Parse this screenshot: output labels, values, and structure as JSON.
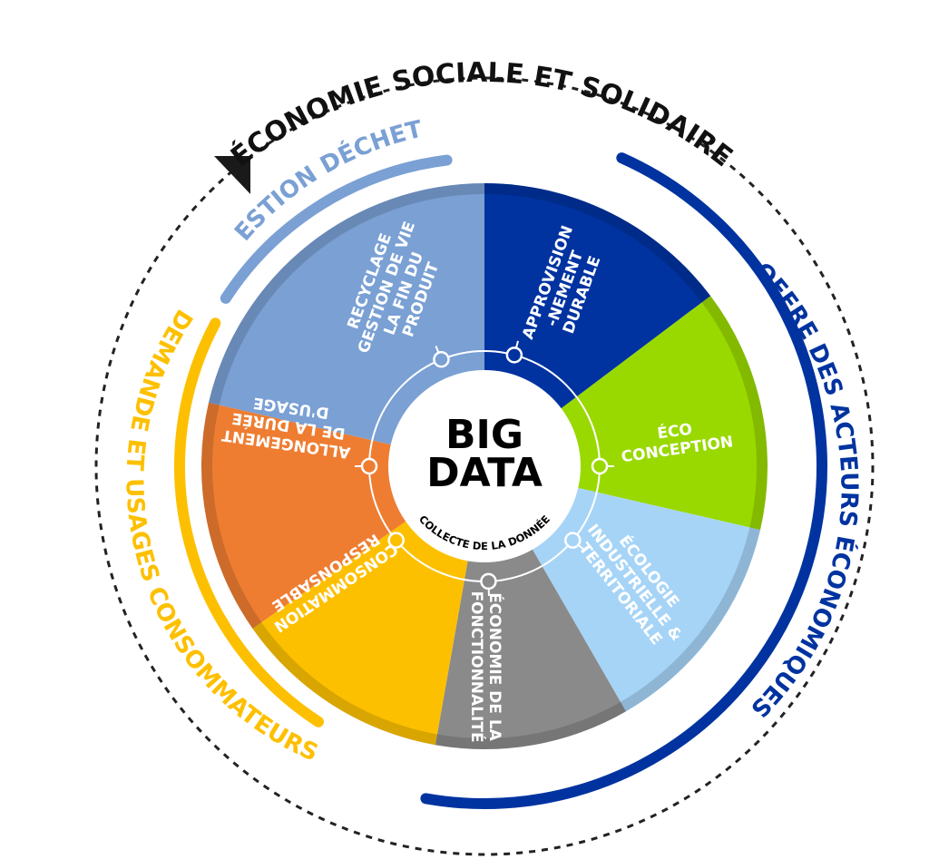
{
  "center": {
    "line1": "BIG",
    "line2": "DATA",
    "subtitle": "COLLECTE DE LA DONNÉE"
  },
  "outer_title": "ÉCONOMIE SOCIALE ET SOLIDAIRE",
  "groups": {
    "gestion": "GESTION DÉCHETS",
    "offre": "OFFRE DES ACTEURS ÉCONOMIQUES",
    "demande": "DEMANDE ET USAGES CONSOMMATEURS"
  },
  "segments": [
    {
      "id": "approvisionnement",
      "lines": [
        "APPROVISION",
        "-NEMENT",
        "DURABLE"
      ],
      "color": "#0033a0"
    },
    {
      "id": "eco-conception",
      "lines": [
        "ÉCO",
        "CONCEPTION"
      ],
      "color": "#99d900"
    },
    {
      "id": "ecologie-industrielle",
      "lines": [
        "ÉCOLOGIE",
        "INDUSTRIELLE &",
        "TERRITORIALE"
      ],
      "color": "#a6d4f7"
    },
    {
      "id": "economie-fonctionnalite",
      "lines": [
        "ÉCONOMIE DE LA",
        "FONCTIONNALITÉ"
      ],
      "color": "#8a8a8a"
    },
    {
      "id": "consommation-responsable",
      "lines": [
        "CONSOMMATION",
        "RESPONSABLE"
      ],
      "color": "#fdc000"
    },
    {
      "id": "allongement",
      "lines": [
        "ALLONGEMENT",
        "DE LA DURÉE",
        "D'USAGE"
      ],
      "color": "#ee7d31"
    },
    {
      "id": "recyclage",
      "lines": [
        "RECYCLAGE",
        "GESTION DE VIE",
        "LA FIN DU",
        "PRODUIT"
      ],
      "color": "#7aa0d4"
    }
  ],
  "colors": {
    "gestion": "#7aa0d4",
    "offre": "#0033a0",
    "demande": "#fdc000",
    "text_dark": "#111111"
  }
}
